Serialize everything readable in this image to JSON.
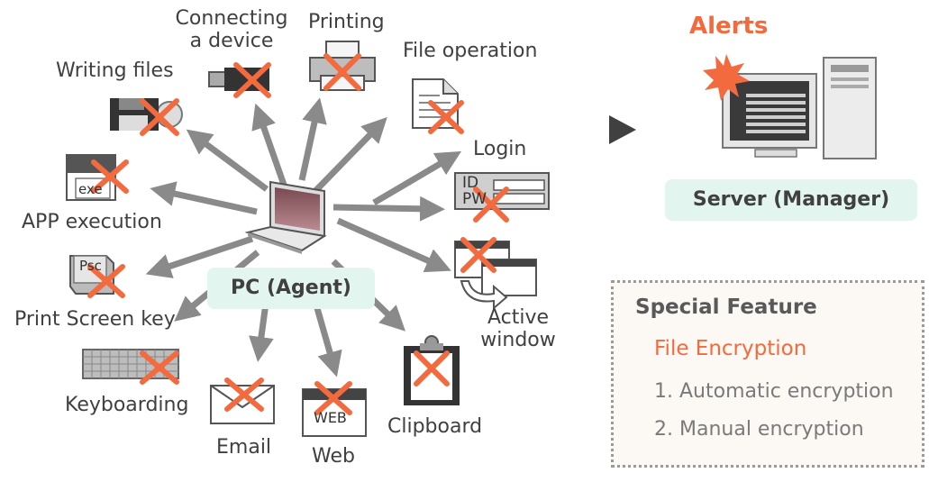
{
  "colors": {
    "accent": "#f26a3d",
    "arrow": "#8a8a8a",
    "pill_bg": "#e3f5ef",
    "text": "#404040"
  },
  "agent": {
    "label": "PC (Agent)",
    "icon": "laptop-icon"
  },
  "server": {
    "label": "Server (Manager)",
    "alerts": "Alerts",
    "icon": "server-monitor-icon"
  },
  "events": {
    "connecting_device": "Connecting\na device",
    "printing": "Printing",
    "file_operation": "File operation",
    "writing_files": "Writing files",
    "login": "Login",
    "login_id": "ID",
    "login_pw": "PW",
    "app_execution": "APP execution",
    "app_exe": "exe",
    "active_window": "Active\nwindow",
    "print_screen": "Print Screen key",
    "prtsc": "Psc",
    "keyboarding": "Keyboarding",
    "email": "Email",
    "web": "Web",
    "web_badge": "WEB",
    "clipboard": "Clipboard"
  },
  "feature": {
    "title": "Special Feature",
    "subtitle": "File Encryption",
    "items": [
      "1. Automatic encryption",
      "2. Manual encryption"
    ]
  }
}
